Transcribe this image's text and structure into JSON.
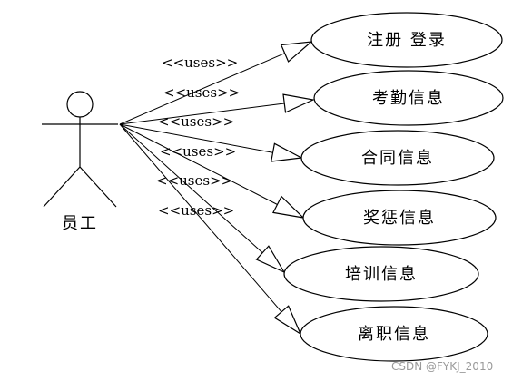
{
  "actor": {
    "name": "员工"
  },
  "relations": [
    {
      "label": "<<uses>>",
      "target": "注册 登录"
    },
    {
      "label": "<<uses>>",
      "target": "考勤信息"
    },
    {
      "label": "<<uses>>",
      "target": "合同信息"
    },
    {
      "label": "<<uses>>",
      "target": "奖惩信息"
    },
    {
      "label": "<<uses>>",
      "target": "培训信息"
    },
    {
      "label": "<<uses>>",
      "target": "离职信息"
    }
  ],
  "watermark": "CSDN @FYKJ_2010"
}
